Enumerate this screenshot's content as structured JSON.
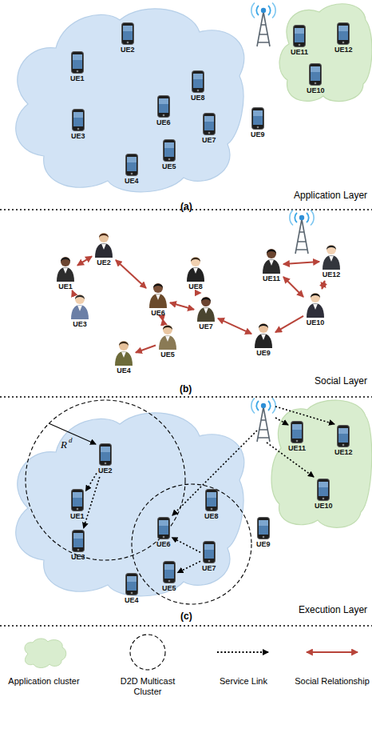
{
  "diagram": {
    "nodes": [
      {
        "text": [
          "UE1"
        ]
      },
      {
        "text": [
          "UE2"
        ]
      },
      {
        "text": [
          "UE3"
        ]
      },
      {
        "text": [
          "UE4"
        ]
      },
      {
        "text": [
          "UE5"
        ]
      },
      {
        "text": [
          "UE6"
        ]
      },
      {
        "text": [
          "UE7"
        ]
      },
      {
        "text": [
          "UE8"
        ]
      },
      {
        "text": [
          "UE9"
        ]
      },
      {
        "text": [
          "UE10"
        ]
      },
      {
        "text": [
          "UE11"
        ]
      },
      {
        "text": [
          "UE12"
        ]
      },
      {
        "text": [
          "UE1"
        ]
      },
      {
        "text": [
          "UE2"
        ]
      },
      {
        "text": [
          "UE3"
        ]
      },
      {
        "text": [
          "UE4"
        ]
      },
      {
        "text": [
          "UE5"
        ]
      },
      {
        "text": [
          "UE6"
        ]
      },
      {
        "text": [
          "UE7"
        ]
      },
      {
        "text": [
          "UE8"
        ]
      },
      {
        "text": [
          "UE9"
        ]
      },
      {
        "text": [
          "UE10"
        ]
      },
      {
        "text": [
          "UE11"
        ]
      },
      {
        "text": [
          "UE12"
        ]
      },
      {
        "text": [
          "UE1"
        ]
      },
      {
        "text": [
          "UE2"
        ]
      },
      {
        "text": [
          "UE3"
        ]
      },
      {
        "text": [
          "UE4"
        ]
      },
      {
        "text": [
          "UE5"
        ]
      },
      {
        "text": [
          "UE6"
        ]
      },
      {
        "text": [
          "UE7"
        ]
      },
      {
        "text": [
          "UE8"
        ]
      },
      {
        "text": [
          "UE9"
        ]
      },
      {
        "text": [
          "UE10"
        ]
      },
      {
        "text": [
          "UE11"
        ]
      },
      {
        "text": [
          "UE12"
        ]
      }
    ],
    "edges": [
      {
        "from": 12,
        "to": 13,
        "arrow": "both"
      },
      {
        "from": 12,
        "to": 14,
        "arrow": "to"
      },
      {
        "from": 13,
        "to": 17,
        "arrow": "both"
      },
      {
        "from": 17,
        "to": 16,
        "arrow": "both"
      },
      {
        "from": 16,
        "to": 15,
        "arrow": "to"
      },
      {
        "from": 17,
        "to": 18,
        "arrow": "both"
      },
      {
        "from": 19,
        "to": 18,
        "arrow": "to"
      },
      {
        "from": 18,
        "to": 20,
        "arrow": "both"
      },
      {
        "from": 21,
        "to": 20,
        "arrow": "to"
      },
      {
        "from": 22,
        "to": 23,
        "arrow": "both"
      },
      {
        "from": 22,
        "to": 21,
        "arrow": "both"
      },
      {
        "from": 23,
        "to": 21,
        "arrow": "both"
      },
      {
        "from": 25,
        "to": 24,
        "arrow": "to"
      },
      {
        "from": 25,
        "to": 26,
        "arrow": "to"
      },
      {
        "from": 30,
        "to": 29,
        "arrow": "to"
      },
      {
        "from": 30,
        "to": 28,
        "arrow": "to"
      }
    ],
    "labels": [
      "(a)",
      "Application Layer",
      "(b)",
      "Social Layer",
      "(c)",
      "Execution Layer",
      "R",
      "d"
    ],
    "legend": [
      {
        "text": "Application cluster",
        "color": "#d9edcf"
      },
      {
        "text": "D2D Multicast Cluster"
      },
      {
        "text": "Service Link"
      },
      {
        "text": "Social Relationship"
      }
    ]
  }
}
